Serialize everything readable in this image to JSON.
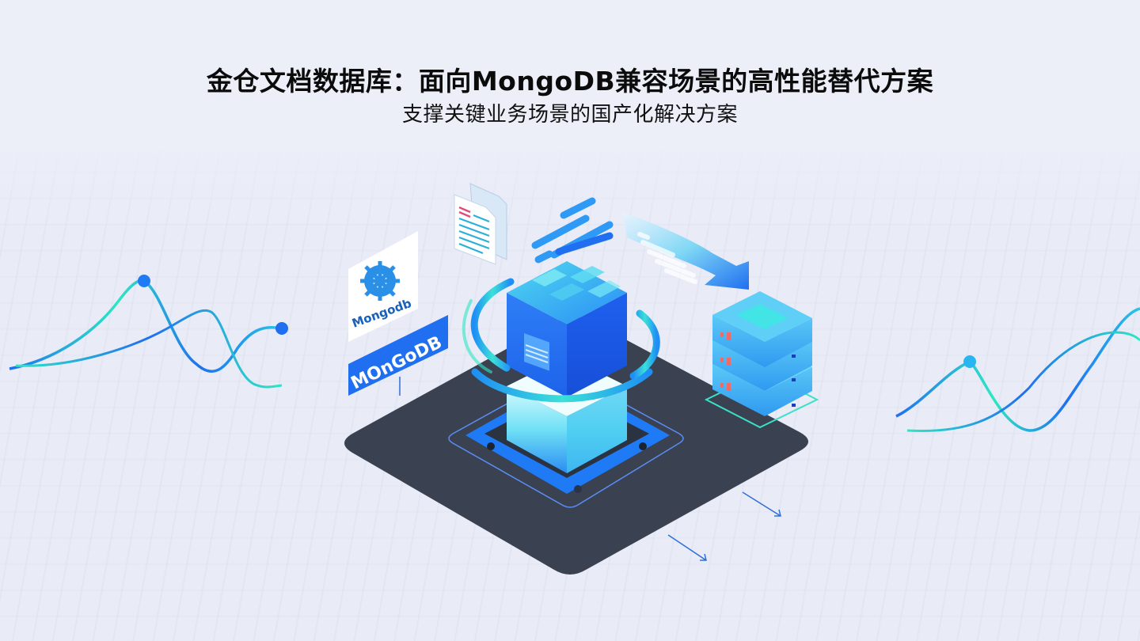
{
  "header": {
    "title": "金仓文档数据库：面向MongoDB兼容场景的高性能替代方案",
    "subtitle": "支撑关键业务场景的国产化解决方案"
  },
  "illustration": {
    "logo_card_text": "Mongodb",
    "banner_text": "MOnGoDB",
    "colors": {
      "background": "#e9ecf7",
      "platform": "#3a4150",
      "primary_blue": "#1f6ff0",
      "cyan": "#27c6e8",
      "teal": "#2ee6c4",
      "server": "#3aa8f0",
      "red_led": "#f06a6a"
    }
  }
}
